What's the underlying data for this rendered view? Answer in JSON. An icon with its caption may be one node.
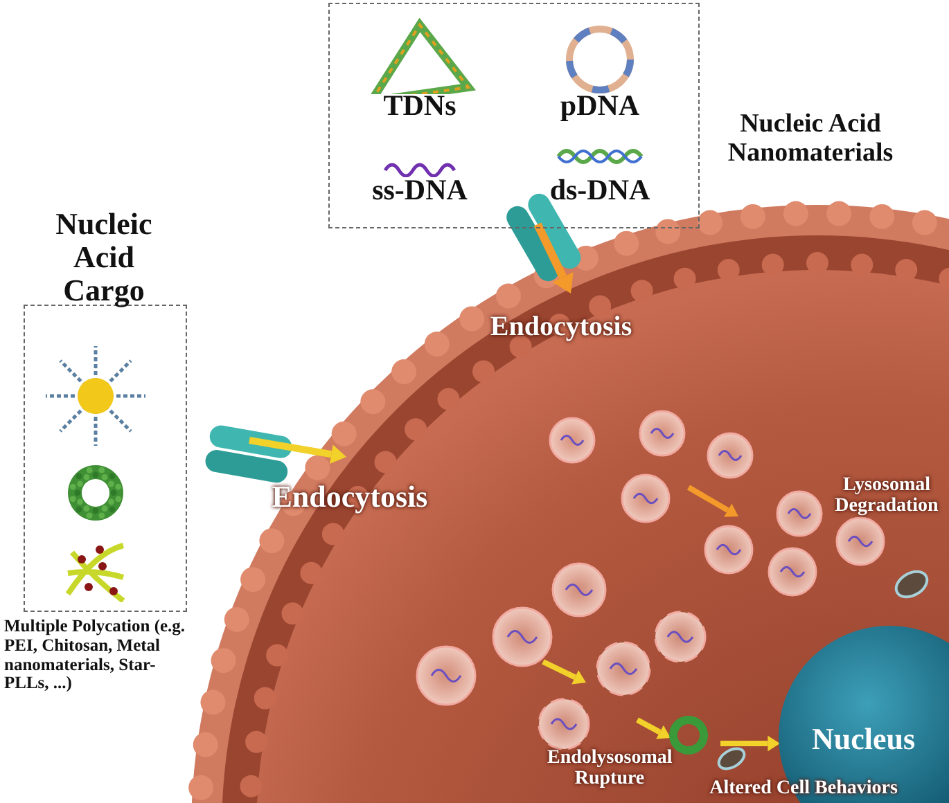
{
  "diagram": {
    "nodes": [
      {
        "text": [
          "Nucleic Acid Nanomaterials"
        ]
      },
      {
        "text": [
          "TDNs"
        ],
        "in": 0
      },
      {
        "text": [
          "pDNA"
        ],
        "in": 0
      },
      {
        "text": [
          "ss-DNA"
        ],
        "in": 0
      },
      {
        "text": [
          "ds-DNA"
        ],
        "in": 0
      },
      {
        "text": [
          "Nucleic Acid Cargo"
        ],
        "beside": [
          "Multiple Polycation (e.g. PEI, Chitosan, Metal nanomaterials, Star-PLLs, ...)"
        ]
      },
      {
        "text": [],
        "shape": "picture",
        "in": 5
      },
      {
        "text": [],
        "shape": "picture",
        "in": 5
      },
      {
        "text": [],
        "shape": "picture",
        "in": 5
      },
      {
        "text": [
          "Nucleus"
        ]
      }
    ],
    "labels": [
      "Endocytosis",
      "Endocytosis",
      "Lysosomal Degradation",
      "Endolysosomal Rupture",
      "Altered Cell Behaviors"
    ]
  }
}
